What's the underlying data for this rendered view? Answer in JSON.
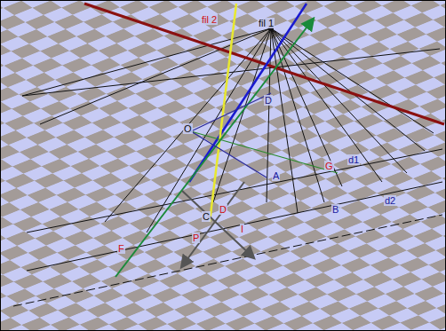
{
  "diagram": {
    "labels": [
      "fil 2",
      "fil 1",
      "D",
      "O",
      "A",
      "G",
      "d1",
      "B",
      "d2",
      "C",
      "D",
      "P",
      "I",
      "F"
    ]
  }
}
